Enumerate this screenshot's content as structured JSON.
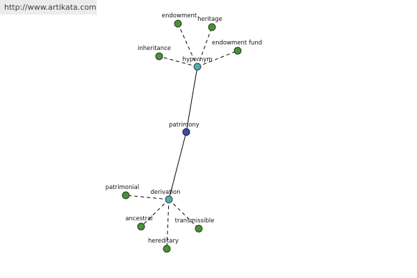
{
  "banner": {
    "url": "http://www.artikata.com"
  },
  "colors": {
    "leaf": "#4e8f3a",
    "relation": "#5aa6a8",
    "root": "#3c4ea0",
    "banner_bg": "#ececec"
  },
  "graph": {
    "root": {
      "id": "patrimony",
      "label": "patrimony",
      "kind": "root"
    },
    "relations": [
      {
        "id": "hypernym",
        "label": "hypernym",
        "kind": "relation"
      },
      {
        "id": "derivation",
        "label": "derivation",
        "kind": "relation"
      }
    ],
    "leaves": [
      {
        "id": "endowment",
        "label": "endowment",
        "parent": "hypernym"
      },
      {
        "id": "heritage",
        "label": "heritage",
        "parent": "hypernym"
      },
      {
        "id": "endowment-fund",
        "label": "endowment fund",
        "parent": "hypernym"
      },
      {
        "id": "inheritance",
        "label": "inheritance",
        "parent": "hypernym"
      },
      {
        "id": "patrimonial",
        "label": "patrimonial",
        "parent": "derivation"
      },
      {
        "id": "ancestral",
        "label": "ancestral",
        "parent": "derivation"
      },
      {
        "id": "transmissible",
        "label": "transmissible",
        "parent": "derivation"
      },
      {
        "id": "hereditary",
        "label": "hereditary",
        "parent": "derivation"
      }
    ],
    "edges": [
      {
        "from": "patrimony",
        "to": "hypernym",
        "style": "solid"
      },
      {
        "from": "patrimony",
        "to": "derivation",
        "style": "solid"
      },
      {
        "from": "hypernym",
        "to": "endowment",
        "style": "dashed"
      },
      {
        "from": "hypernym",
        "to": "heritage",
        "style": "dashed"
      },
      {
        "from": "hypernym",
        "to": "endowment-fund",
        "style": "dashed"
      },
      {
        "from": "hypernym",
        "to": "inheritance",
        "style": "dashed"
      },
      {
        "from": "derivation",
        "to": "patrimonial",
        "style": "dashed"
      },
      {
        "from": "derivation",
        "to": "ancestral",
        "style": "dashed"
      },
      {
        "from": "derivation",
        "to": "transmissible",
        "style": "dashed"
      },
      {
        "from": "derivation",
        "to": "hereditary",
        "style": "dashed"
      }
    ]
  }
}
